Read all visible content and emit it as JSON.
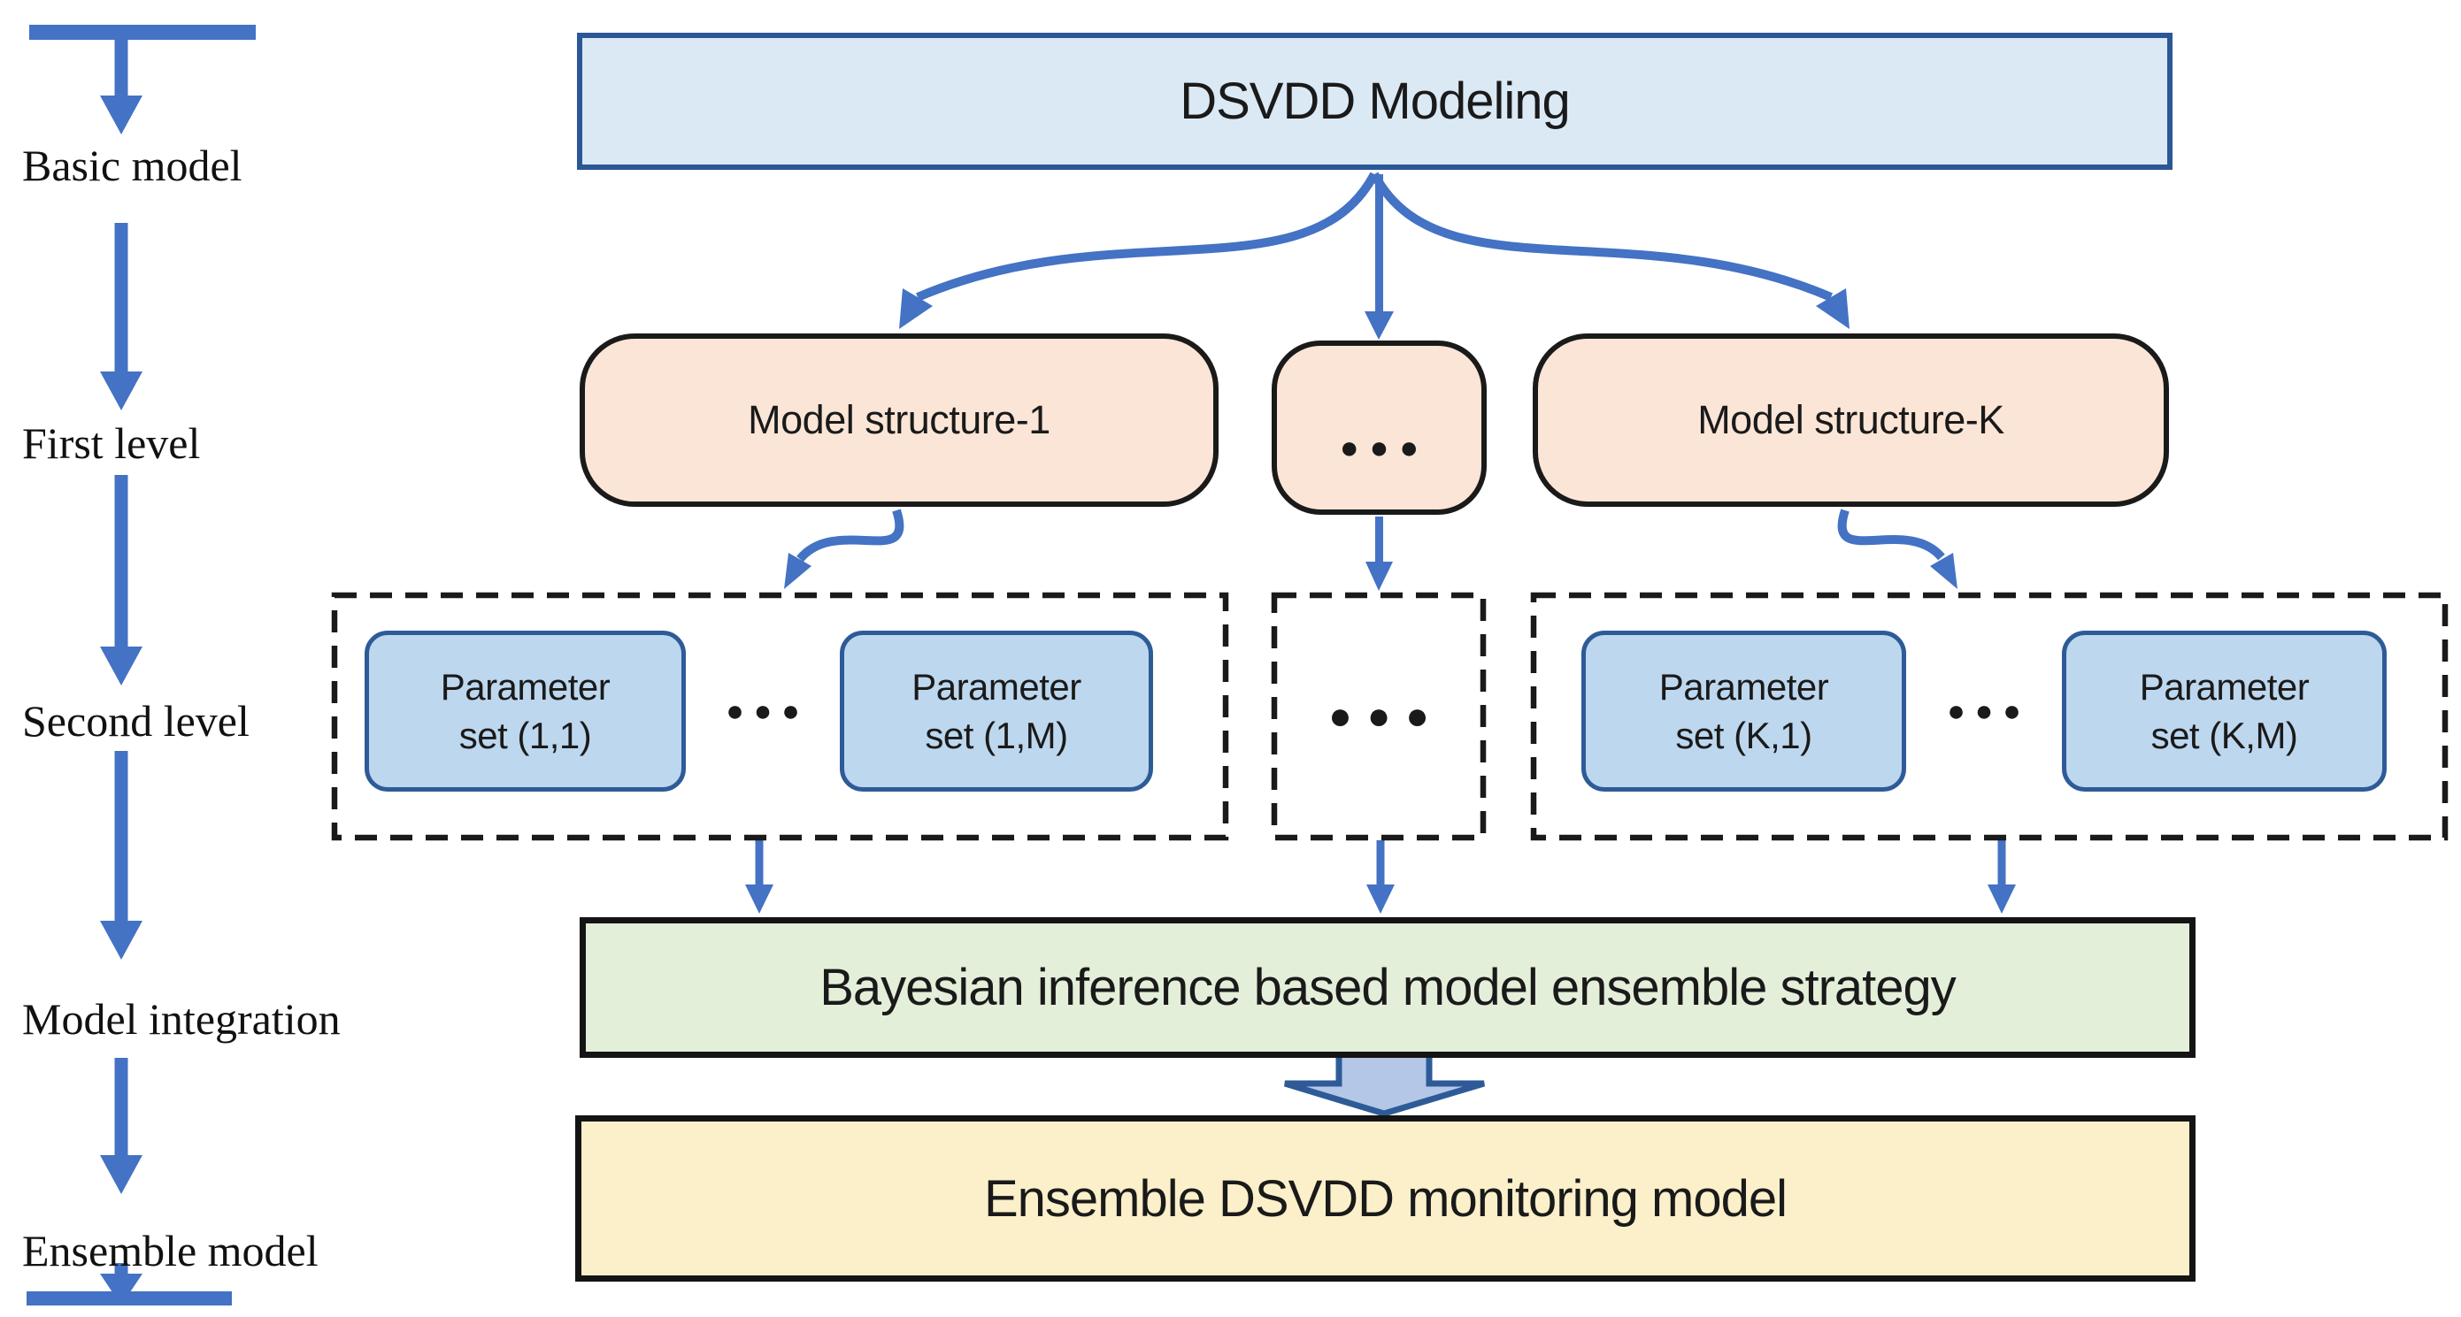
{
  "colors": {
    "arrow_blue": "#4472c4",
    "top_box_fill": "#dbe9f5",
    "top_box_border": "#2c5796",
    "structure_fill": "#fbe5d6",
    "structure_border": "#1a1a1a",
    "parameter_fill": "#bdd7ee",
    "parameter_border": "#2e5b98",
    "strategy_fill": "#e3efd9",
    "ensemble_fill": "#fbf0ca",
    "dark_border": "#141414",
    "block_arrow_fill": "#b4c7e7",
    "block_arrow_border": "#2e5b98",
    "text": "#1a1a1a"
  },
  "timeline": {
    "items": [
      "Basic model",
      "First level",
      "Second level",
      "Model integration",
      "Ensemble model"
    ]
  },
  "diagram": {
    "top_box": {
      "label": "DSVDD Modeling"
    },
    "first_level": {
      "structure_1": "Model structure-1",
      "ellipsis": "●●●",
      "structure_k": "Model structure-K"
    },
    "second_level": {
      "group_1": {
        "set_first": "Parameter set (1,1)",
        "ellipsis": "●●●",
        "set_last": "Parameter set (1,M)"
      },
      "middle_ellipsis": "●●●",
      "group_k": {
        "set_first": "Parameter set (K,1)",
        "ellipsis": "●●●",
        "set_last": "Parameter set (K,M)"
      }
    },
    "integration_box": {
      "label": "Bayesian inference based model ensemble strategy"
    },
    "ensemble_box": {
      "label": "Ensemble DSVDD monitoring model"
    }
  }
}
